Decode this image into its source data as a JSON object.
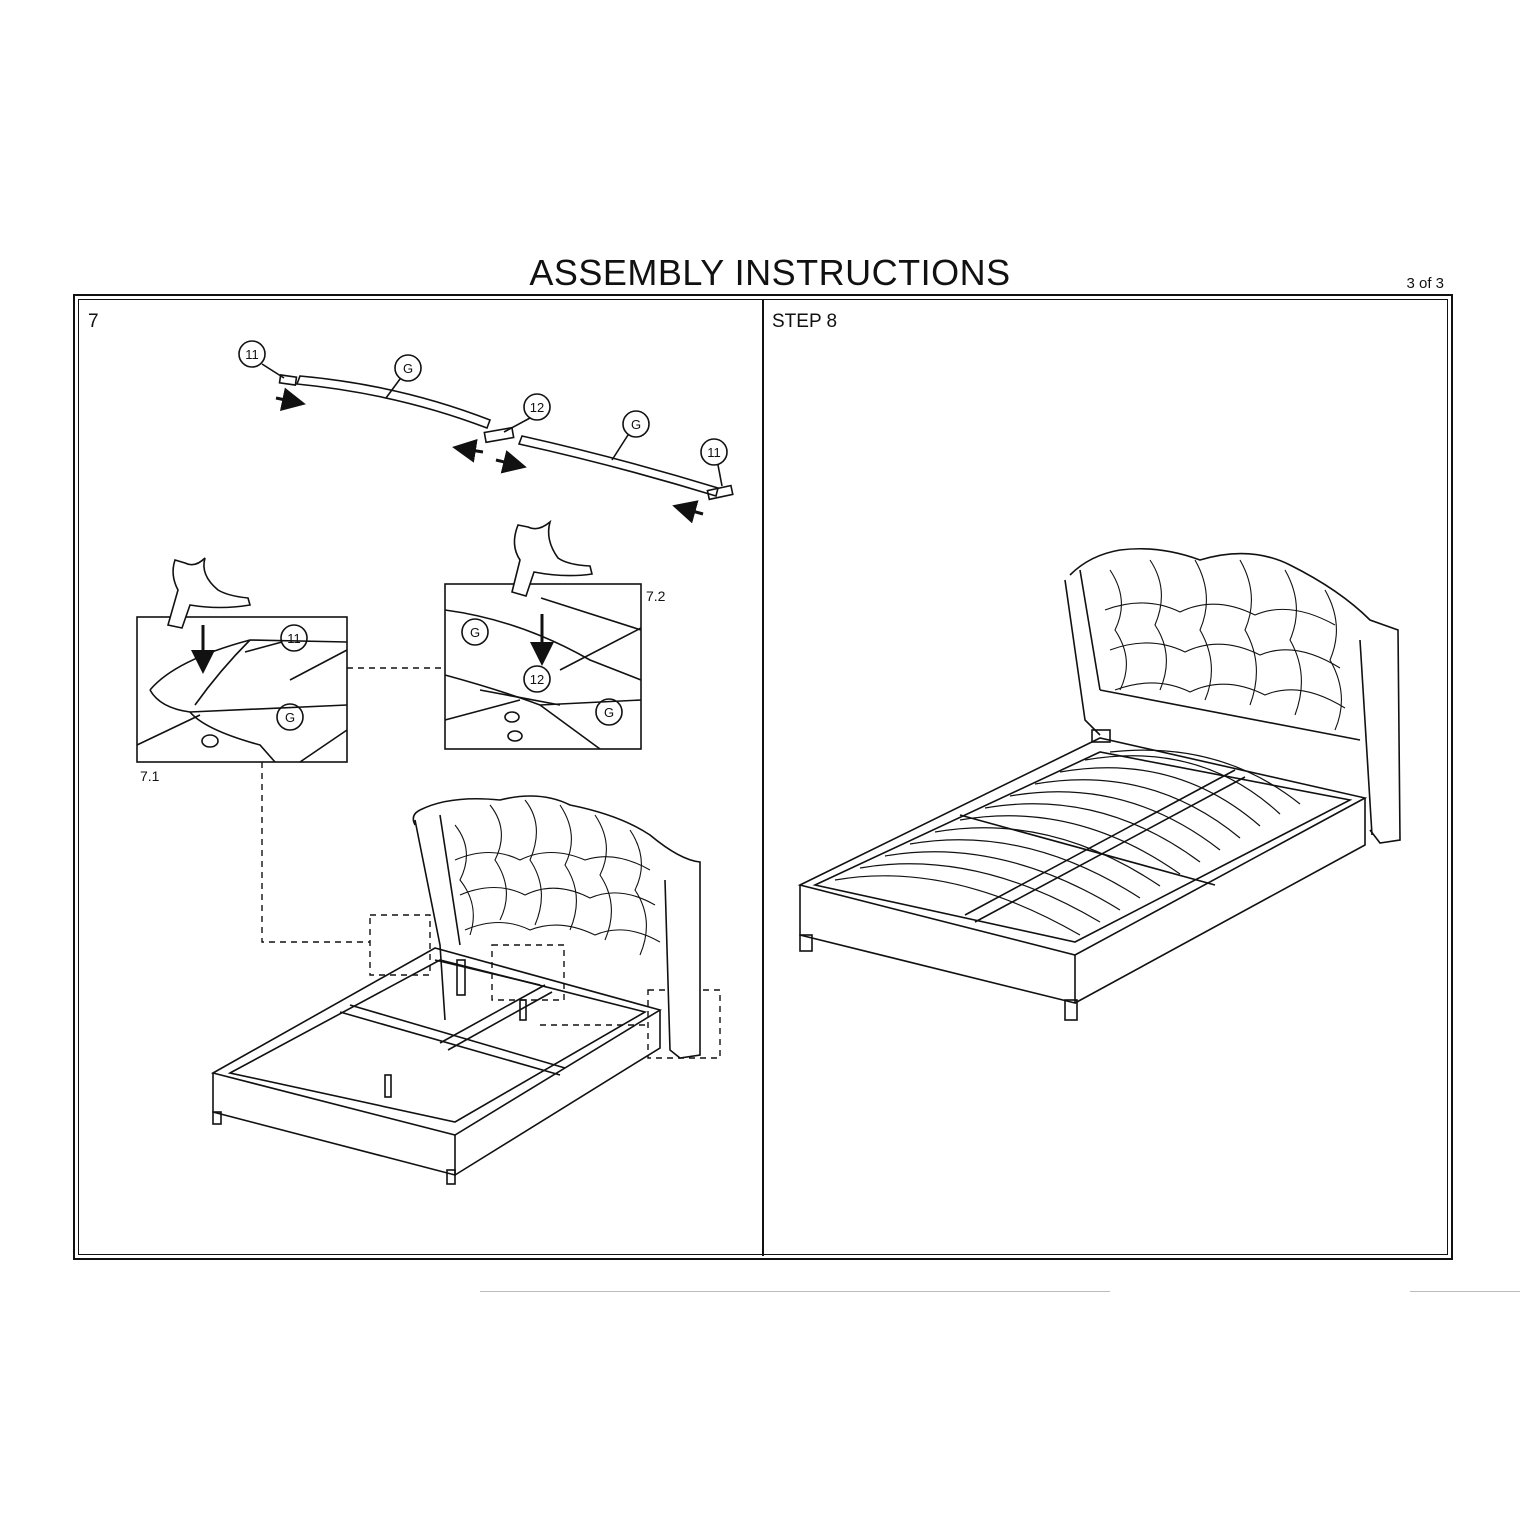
{
  "header": {
    "title": "ASSEMBLY INSTRUCTIONS",
    "page": "3 of 3"
  },
  "step7": {
    "label": "7",
    "sub1": "7.1",
    "sub2": "7.2",
    "callouts": {
      "part11": "11",
      "part12": "12",
      "partG": "G"
    }
  },
  "step8": {
    "label": "STEP 8"
  },
  "icons": [
    "hand-icon",
    "arrow-down-icon",
    "arrow-left-icon",
    "arrow-right-icon"
  ]
}
